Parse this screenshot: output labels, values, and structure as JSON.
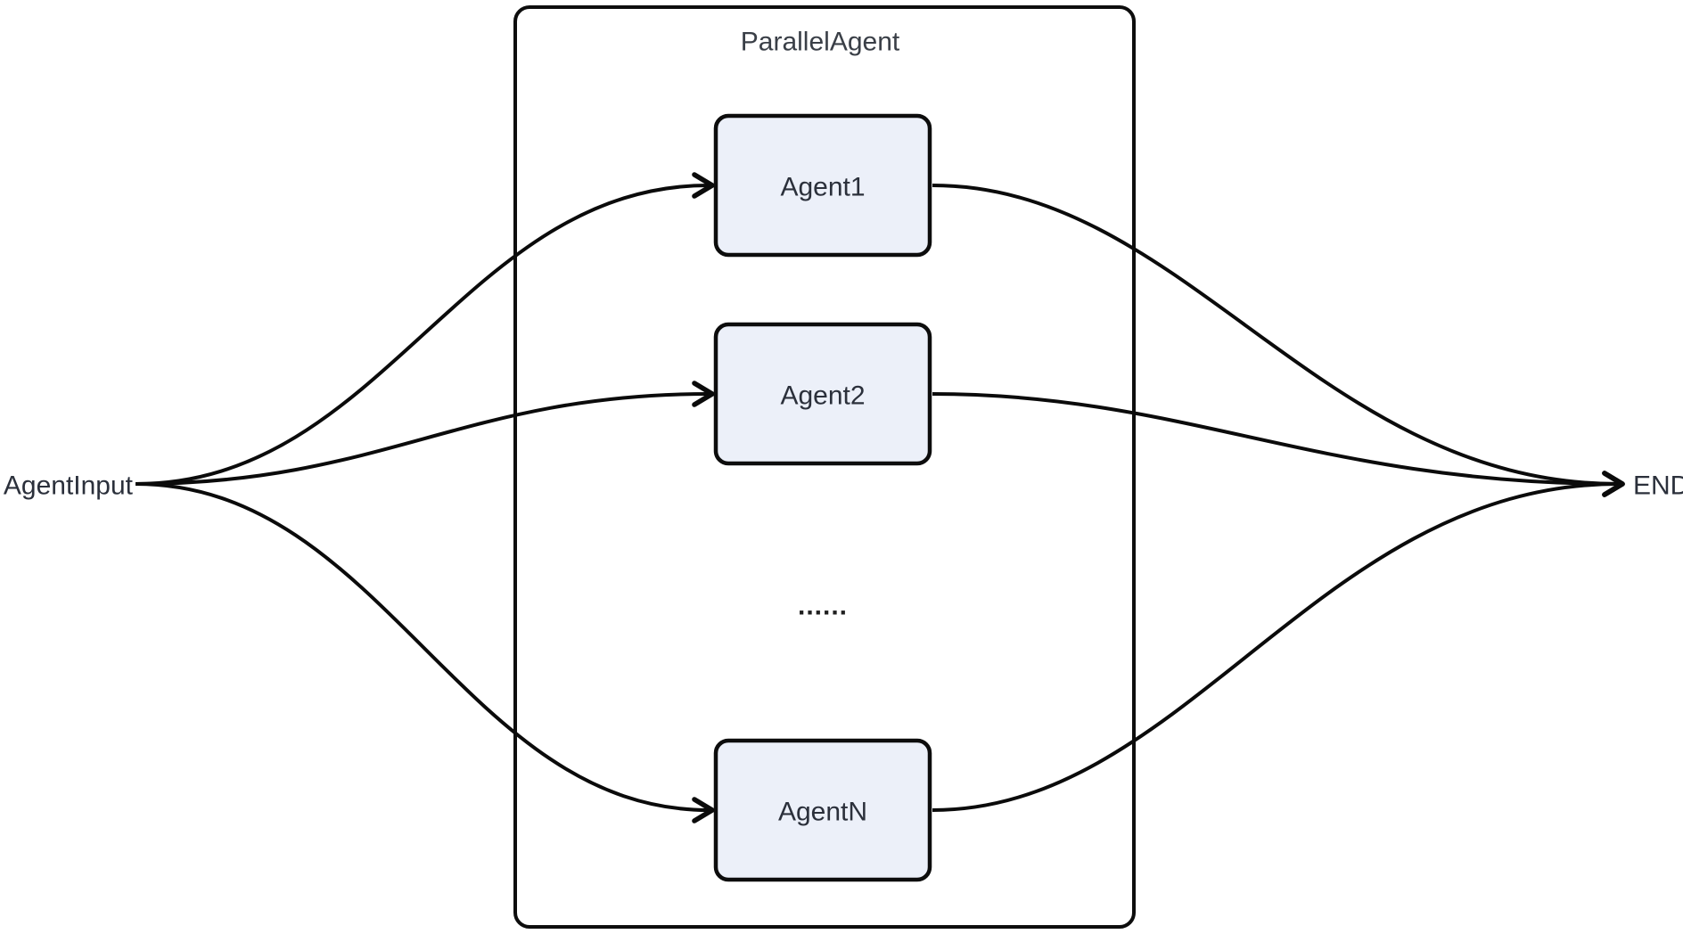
{
  "diagram": {
    "type": "flowchart",
    "direction": "left-to-right",
    "input_label": "AgentInput",
    "end_label": "END",
    "container_title": "ParallelAgent",
    "agents": [
      {
        "label": "Agent1"
      },
      {
        "label": "Agent2"
      },
      {
        "label": "AgentN"
      }
    ],
    "ellipsis": "......",
    "edges": [
      {
        "from": "AgentInput",
        "to": "Agent1"
      },
      {
        "from": "AgentInput",
        "to": "Agent2"
      },
      {
        "from": "AgentInput",
        "to": "AgentN"
      },
      {
        "from": "Agent1",
        "to": "END"
      },
      {
        "from": "Agent2",
        "to": "END"
      },
      {
        "from": "AgentN",
        "to": "END"
      }
    ],
    "colors": {
      "background": "#ffffff",
      "node_fill": "#ecf0f9",
      "node_border": "#0d0d0d",
      "container_border": "#0d0d0d",
      "edge_line": "#0b0b0b",
      "text": "#2b303b"
    }
  }
}
